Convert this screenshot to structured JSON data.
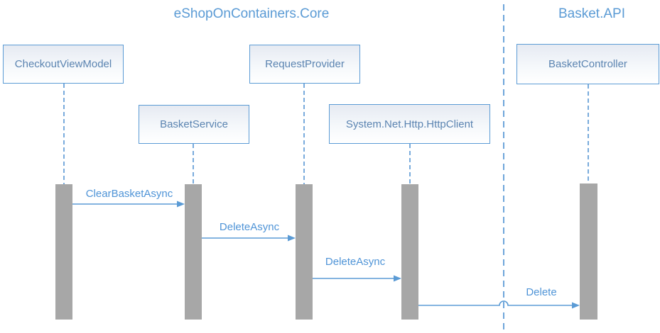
{
  "diagram": {
    "type": "uml-sequence",
    "groups": [
      {
        "label": "eShopOnContainers.Core"
      },
      {
        "label": "Basket.API"
      }
    ],
    "actors": [
      {
        "label": "CheckoutViewModel"
      },
      {
        "label": "BasketService"
      },
      {
        "label": "RequestProvider"
      },
      {
        "label": "System.Net.Http.HttpClient"
      },
      {
        "label": "BasketController"
      }
    ],
    "messages": [
      {
        "label": "ClearBasketAsync",
        "from": "CheckoutViewModel",
        "to": "BasketService"
      },
      {
        "label": "DeleteAsync",
        "from": "BasketService",
        "to": "RequestProvider"
      },
      {
        "label": "DeleteAsync",
        "from": "RequestProvider",
        "to": "System.Net.Http.HttpClient"
      },
      {
        "label": "Delete",
        "from": "System.Net.Http.HttpClient",
        "to": "BasketController"
      }
    ],
    "colors": {
      "accent_blue": "#5b9bd5",
      "box_text_blue": "#5b84b1",
      "lifeline_blue": "#79abdc",
      "activation_gray": "#a7a7a7"
    }
  }
}
